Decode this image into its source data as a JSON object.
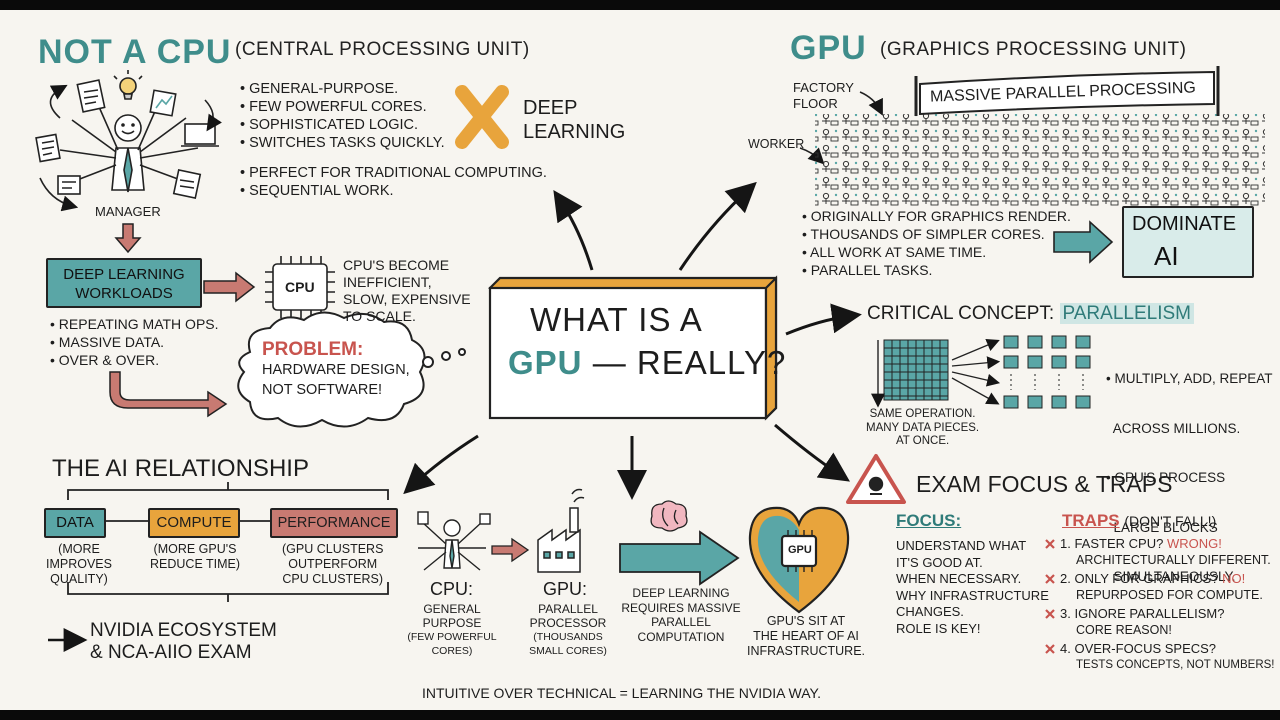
{
  "cpu": {
    "title": "NOT A CPU",
    "subtitle": "(CENTRAL PROCESSING UNIT)",
    "manager_label": "MANAGER",
    "bullets_a": [
      "• GENERAL-PURPOSE.",
      "• FEW POWERFUL CORES.",
      "• SOPHISTICATED LOGIC.",
      "• SWITCHES TASKS QUICKLY."
    ],
    "bullets_b": [
      "• PERFECT FOR TRADITIONAL COMPUTING.",
      "• SEQUENTIAL WORK."
    ],
    "x_label_1": "DEEP",
    "x_label_2": "LEARNING"
  },
  "workloads": {
    "box_1": "DEEP LEARNING",
    "box_2": "WORKLOADS",
    "chip": "CPU",
    "desc": [
      "CPU'S BECOME",
      "INEFFICIENT,",
      "SLOW, EXPENSIVE",
      "TO SCALE."
    ],
    "bullets": [
      "• REPEATING MATH OPS.",
      "• MASSIVE DATA.",
      "• OVER & OVER."
    ]
  },
  "problem": {
    "title": "PROBLEM:",
    "line1": "HARDWARE DESIGN,",
    "line2": "NOT SOFTWARE!"
  },
  "center": {
    "line1": "WHAT IS A",
    "gpu": "GPU",
    "line2": "— REALLY?"
  },
  "gpu": {
    "title": "GPU",
    "subtitle": "(GRAPHICS PROCESSING UNIT)",
    "factory_1": "FACTORY",
    "factory_2": "FLOOR",
    "banner": "MASSIVE PARALLEL PROCESSING",
    "worker": "WORKER",
    "bullets": [
      "• ORIGINALLY FOR GRAPHICS RENDER.",
      "• THOUSANDS OF SIMPLER CORES.",
      "• ALL WORK AT SAME TIME.",
      "• PARALLEL TASKS."
    ],
    "dominate_1": "DOMINATE",
    "dominate_2": "AI"
  },
  "parallel": {
    "title": "CRITICAL CONCEPT:",
    "keyword": "PARALLELISM",
    "caption": [
      "SAME OPERATION.",
      "MANY DATA PIECES.",
      "AT ONCE."
    ],
    "bullets": [
      "• MULTIPLY, ADD, REPEAT",
      "  ACROSS MILLIONS.",
      "• GPU'S PROCESS",
      "  LARGE BLOCKS",
      "  SIMULTANEOUSLY."
    ]
  },
  "ai": {
    "title": "THE AI RELATIONSHIP",
    "data": "DATA",
    "compute": "COMPUTE",
    "performance": "PERFORMANCE",
    "data_note": [
      "(MORE",
      "IMPROVES",
      "QUALITY)"
    ],
    "compute_note": [
      "(MORE GPU'S",
      "REDUCE TIME)"
    ],
    "performance_note": [
      "(GPU CLUSTERS",
      "OUTPERFORM",
      "CPU CLUSTERS)"
    ],
    "eco_1": "NVIDIA ECOSYSTEM",
    "eco_2": "& NCA-AIIO EXAM"
  },
  "compare": {
    "cpu_title": "CPU:",
    "cpu_note": [
      "GENERAL",
      "PURPOSE",
      "(FEW POWERFUL",
      "CORES)"
    ],
    "gpu_title": "GPU:",
    "gpu_note": [
      "PARALLEL",
      "PROCESSOR",
      "(THOUSANDS",
      "SMALL CORES)"
    ],
    "dl_note": [
      "DEEP LEARNING",
      "REQUIRES MASSIVE",
      "PARALLEL",
      "COMPUTATION"
    ],
    "heart_chip": "GPU",
    "heart_note": [
      "GPU'S SIT AT",
      "THE HEART OF AI",
      "INFRASTRUCTURE."
    ]
  },
  "exam": {
    "title": "EXAM FOCUS & TRAPS",
    "focus_title": "FOCUS:",
    "focus_lines": [
      "UNDERSTAND WHAT",
      "IT'S GOOD AT.",
      "WHEN NECESSARY.",
      "WHY INFRASTRUCTURE",
      "CHANGES.",
      "ROLE IS KEY!"
    ],
    "traps_title": "TRAPS",
    "traps_sub": "(DON'T FALL!)",
    "trap1_a": "1. FASTER CPU?",
    "trap1_b": "WRONG!",
    "trap1_c": "ARCHITECTURALLY DIFFERENT.",
    "trap2_a": "2. ONLY FOR GRAPHICS?",
    "trap2_b": "NO!",
    "trap2_c": "REPURPOSED FOR COMPUTE.",
    "trap3_a": "3. IGNORE PARALLELISM?",
    "trap3_c": "CORE REASON!",
    "trap4_a": "4. OVER-FOCUS SPECS?",
    "trap4_c": "TESTS CONCEPTS, NOT NUMBERS!"
  },
  "footer": "INTUITIVE OVER TECHNICAL = LEARNING THE NVIDIA WAY.",
  "colors": {
    "teal": "#5aa6a6",
    "teal_title": "#3f8d8b",
    "orange": "#e8a43c",
    "red": "#c8544e",
    "salmon": "#c87a72"
  }
}
